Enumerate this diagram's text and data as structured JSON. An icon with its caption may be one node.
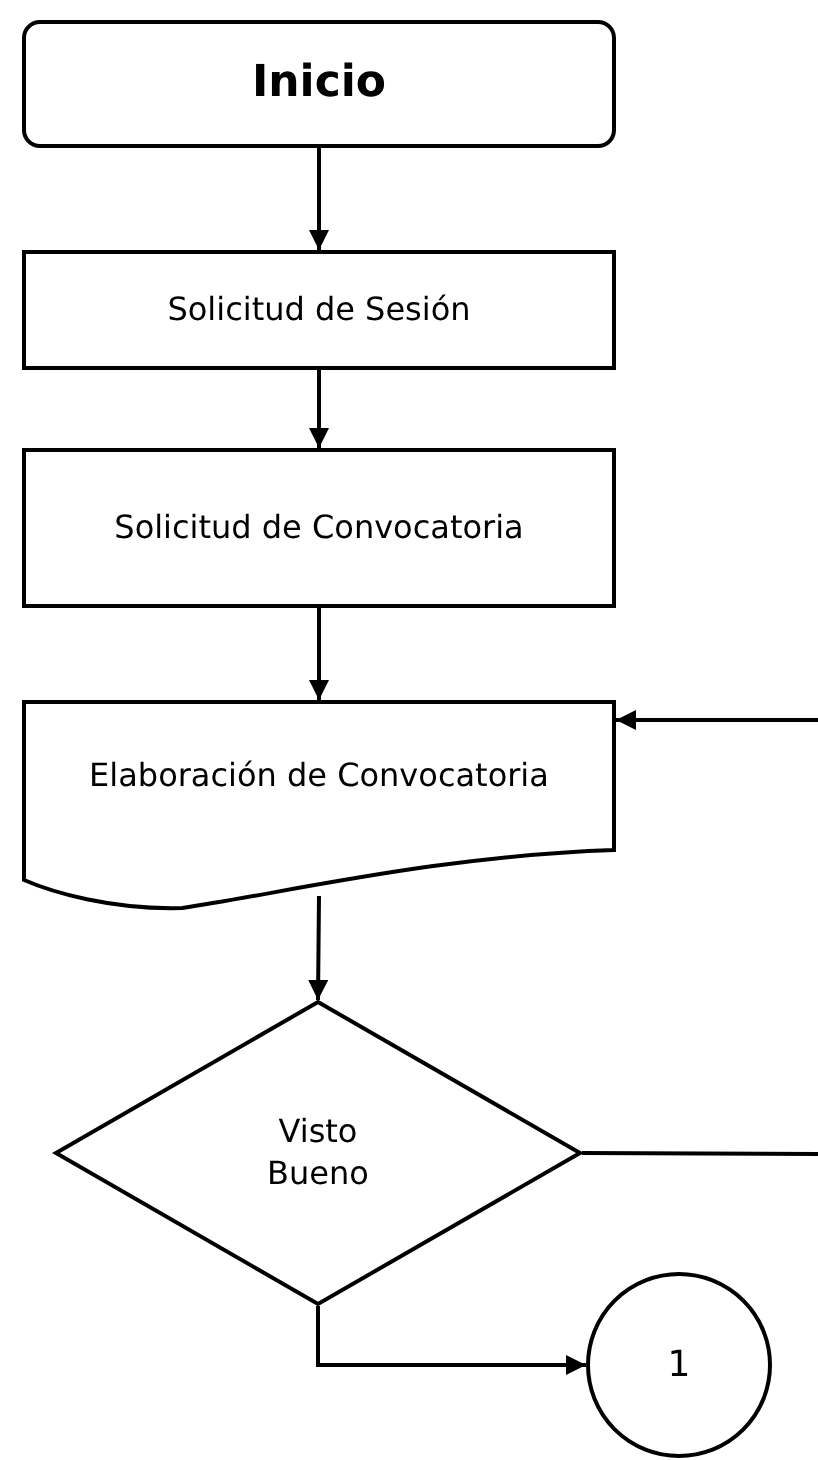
{
  "diagram": {
    "nodes": [
      {
        "text": [
          "Inicio"
        ]
      },
      {
        "text": [
          "Solicitud de Sesión"
        ]
      },
      {
        "text": [
          "Solicitud de Convocatoria"
        ]
      },
      {
        "text": [
          "Elaboración de Convocatoria"
        ]
      },
      {
        "text": [
          "Visto Bueno"
        ]
      },
      {
        "text": [
          "1"
        ]
      }
    ],
    "edges": [
      {
        "from": 0,
        "to": 1,
        "arrow": "to"
      },
      {
        "from": 1,
        "to": 2,
        "arrow": "to"
      },
      {
        "from": 2,
        "to": 3,
        "arrow": "to"
      },
      {
        "from": 3,
        "to": 4,
        "arrow": "to"
      },
      {
        "from": 4,
        "to": 5,
        "arrow": "to"
      },
      {
        "from": null,
        "to": 3,
        "arrow": "to"
      },
      {
        "from": 4,
        "to": null,
        "arrow": "none"
      }
    ]
  }
}
